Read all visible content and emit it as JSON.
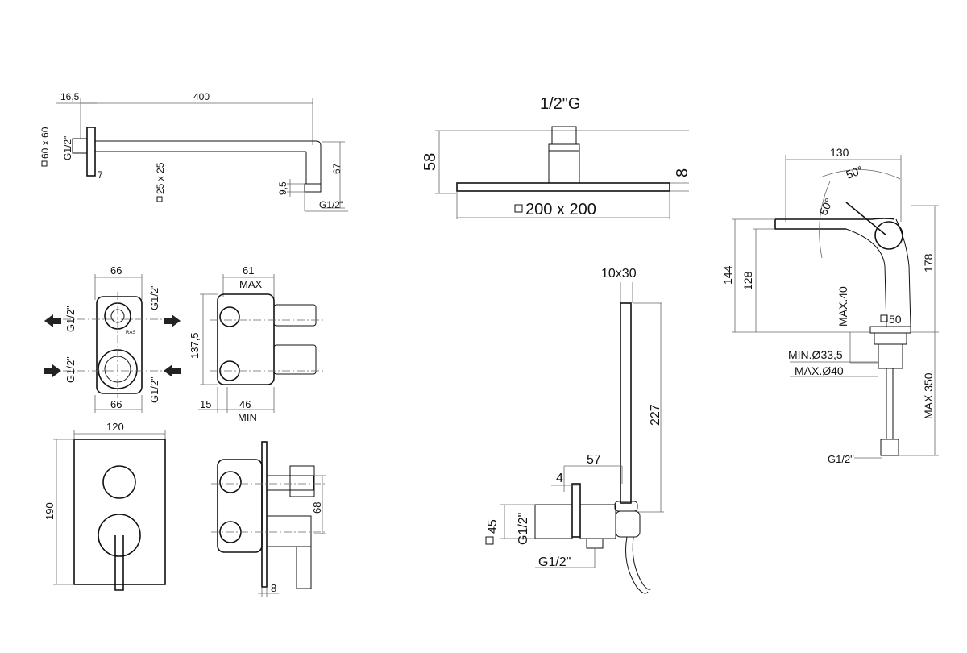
{
  "shower_arm": {
    "offset": "16,5",
    "length": "400",
    "flange": "60 x 60",
    "inlet": "G1/2\"",
    "flange_depth": "7",
    "section": "25 x 25",
    "outlet_len": "9,5",
    "drop": "67",
    "outlet": "G1/2\""
  },
  "head": {
    "connector": "1/2\"G",
    "height": "58",
    "thickness": "8",
    "size": "200 x 200"
  },
  "basin_mixer": {
    "reach": "130",
    "angle_a": "50°",
    "angle_b": "50°",
    "h144": "144",
    "h128": "128",
    "h178": "178",
    "max40": "MAX.40",
    "base": "50",
    "min_hole": "MIN.Ø33,5",
    "max_hole": "MAX.Ø40",
    "max350": "MAX.350",
    "inlet": "G1/2\""
  },
  "box": {
    "w_top": "66",
    "w_bot": "66",
    "p1": "G1/2\"",
    "p2": "G1/2\"",
    "p3": "G1/2\"",
    "p4": "G1/2\"",
    "depth_max": "61",
    "max_word": "MAX",
    "height": "137,5",
    "depth_15": "15",
    "depth_min": "46",
    "min_word": "MIN"
  },
  "plate": {
    "width": "120",
    "height": "190",
    "offset": "68",
    "thick": "8"
  },
  "handshower": {
    "holder": "10x30",
    "length": "227",
    "outlet": "57",
    "wall": "4",
    "plate": "45",
    "inlet_a": "G1/2\"",
    "inlet_b": "G1/2\""
  }
}
